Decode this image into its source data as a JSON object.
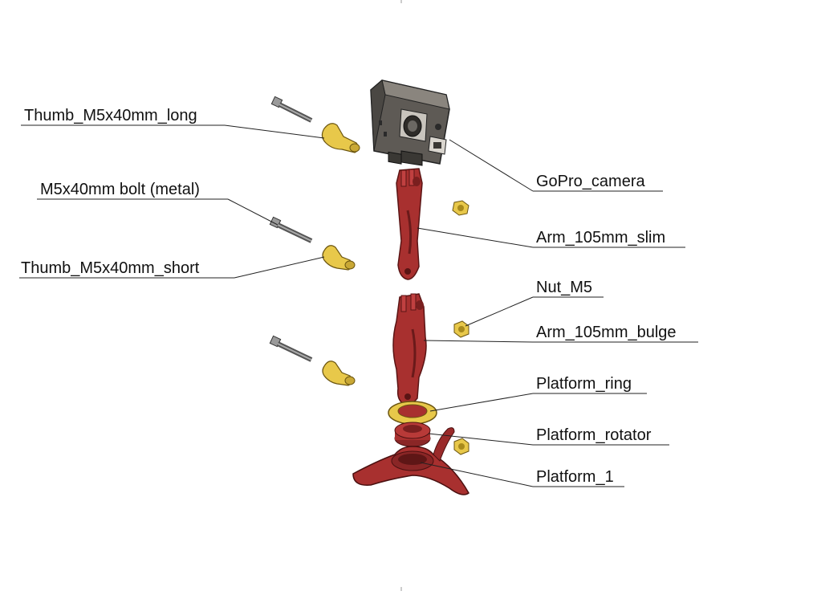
{
  "labels": {
    "thumb_long": "Thumb_M5x40mm_long",
    "bolt_metal": "M5x40mm bolt (metal)",
    "thumb_short": "Thumb_M5x40mm_short",
    "gopro": "GoPro_camera",
    "arm_slim": "Arm_105mm_slim",
    "nut": "Nut_M5",
    "arm_bulge": "Arm_105mm_bulge",
    "platform_ring": "Platform_ring",
    "platform_rotator": "Platform_rotator",
    "platform_1": "Platform_1"
  },
  "colors": {
    "red_part": "#a8302f",
    "red_dark": "#7a1f1f",
    "yellow_part": "#e8c84a",
    "yellow_dark": "#a88a1c",
    "camera_body": "#6e6a64",
    "camera_dark": "#3a3834",
    "bolt": "#9a9a9a",
    "bolt_dark": "#4a4a4a"
  }
}
